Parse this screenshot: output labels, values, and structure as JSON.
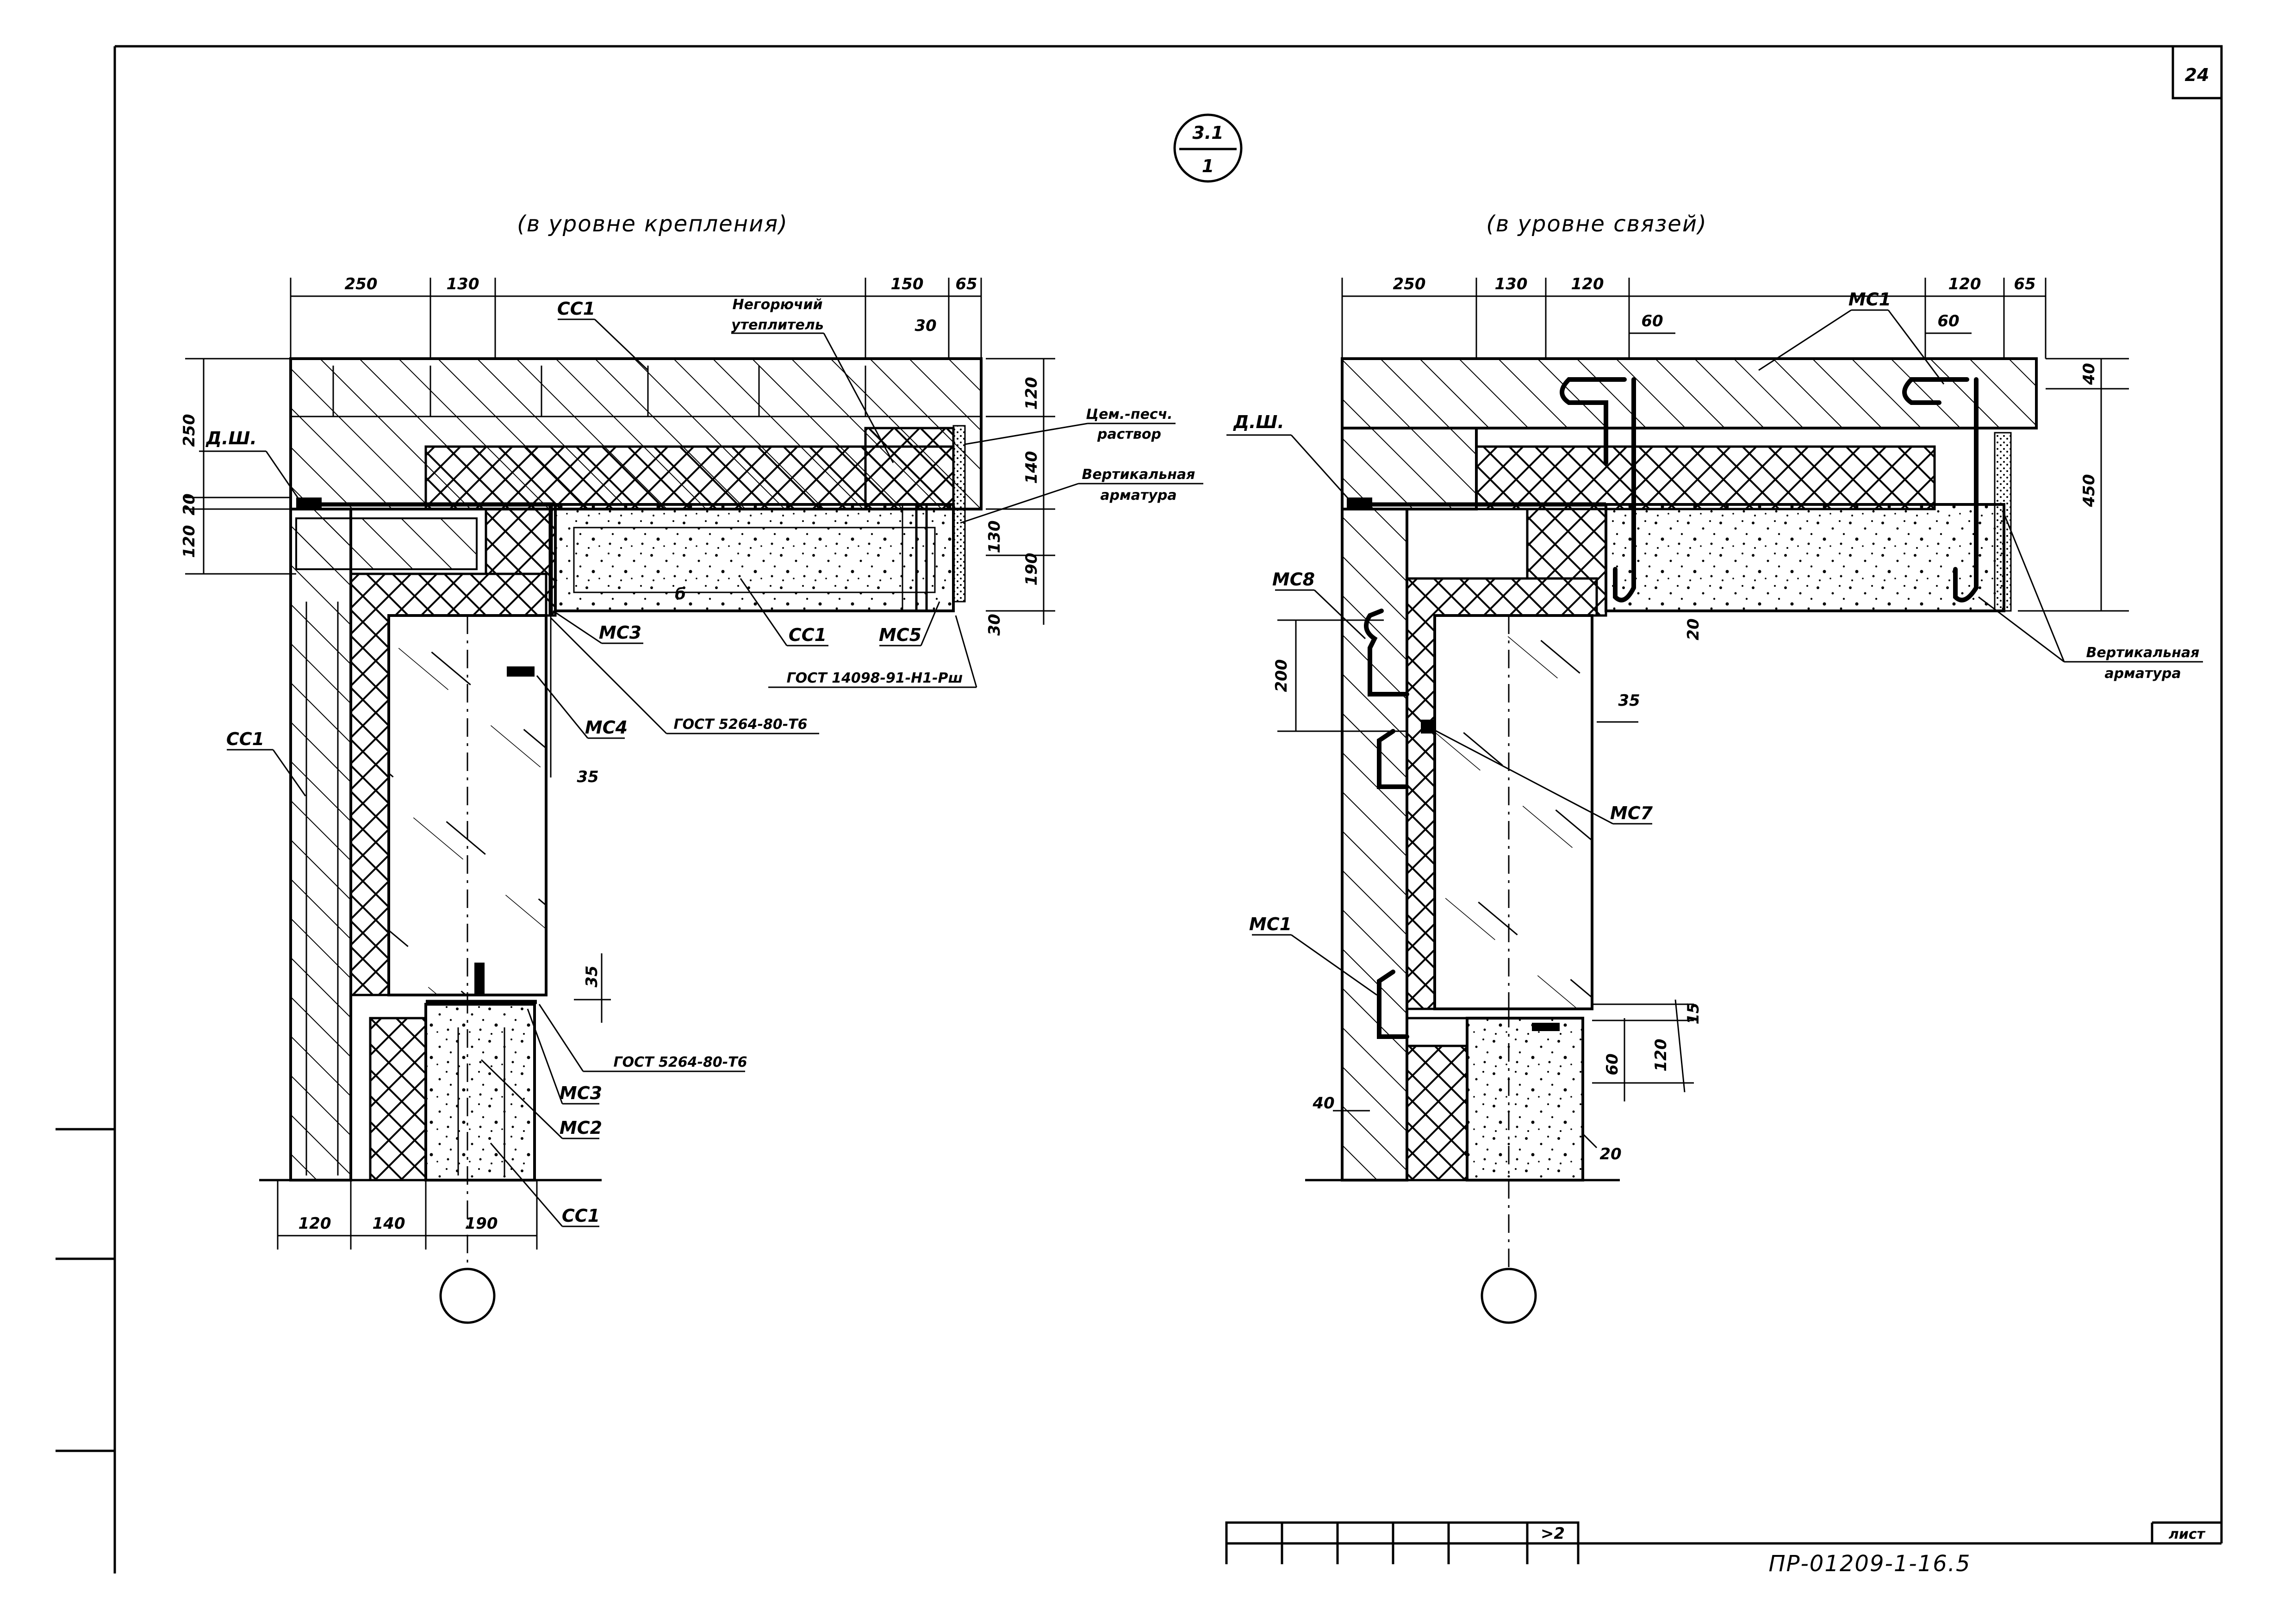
{
  "sheet": {
    "number": "24",
    "section_mark_top": "3.1",
    "section_mark_bottom": "1",
    "stamp_text": ">2",
    "stamp_label": "лист"
  },
  "left_view": {
    "caption": "(в уровне крепления)",
    "dims_top": [
      "250",
      "130",
      "150",
      "65"
    ],
    "dims_left": [
      "250",
      "20",
      "120"
    ],
    "dims_right": [
      "120",
      "140",
      "130",
      "190",
      "30"
    ],
    "dims_bottom": [
      "120",
      "140",
      "190"
    ],
    "dim_30_top": "30",
    "dim_35_mid": "35",
    "dim_35_low": "35",
    "dim_b": "б",
    "labels": {
      "cc1_top": "СС1",
      "insulation_1": "Негорючий",
      "insulation_2": "утеплитель",
      "mortar_1": "Цем.-песч.",
      "mortar_2": "раствор",
      "rebar_1": "Вертикальная",
      "rebar_2": "арматура",
      "dsh": "Д.Ш.",
      "cc1_left": "СС1",
      "mc3_a": "МС3",
      "cc1_mid": "СС1",
      "mc5": "МС5",
      "gost_14098": "ГОСТ 14098-91-Н1-Рш",
      "gost_5264_a": "ГОСТ 5264-80-Т6",
      "mc4": "МС4",
      "gost_5264_b": "ГОСТ 5264-80-Т6",
      "mc3_b": "МС3",
      "mc2": "МС2",
      "cc1_bottom": "СС1"
    }
  },
  "right_view": {
    "caption": "(в уровне связей)",
    "dims_top": [
      "250",
      "130",
      "120",
      "60",
      "120",
      "60",
      "65"
    ],
    "dims_right": [
      "40",
      "450"
    ],
    "dim_200": "200",
    "dim_35": "35",
    "dim_20_a": "20",
    "dim_15": "15",
    "dim_120": "120",
    "dim_60": "60",
    "dim_40": "40",
    "dim_20_b": "20",
    "labels": {
      "mc1_top": "МС1",
      "dsh": "Д.Ш.",
      "mc8": "МС8",
      "mc7": "МС7",
      "mc1_left": "МС1",
      "rebar_1": "Вертикальная",
      "rebar_2": "арматура"
    }
  },
  "title_block": {
    "code": "ПР-01209-1-16.5"
  }
}
